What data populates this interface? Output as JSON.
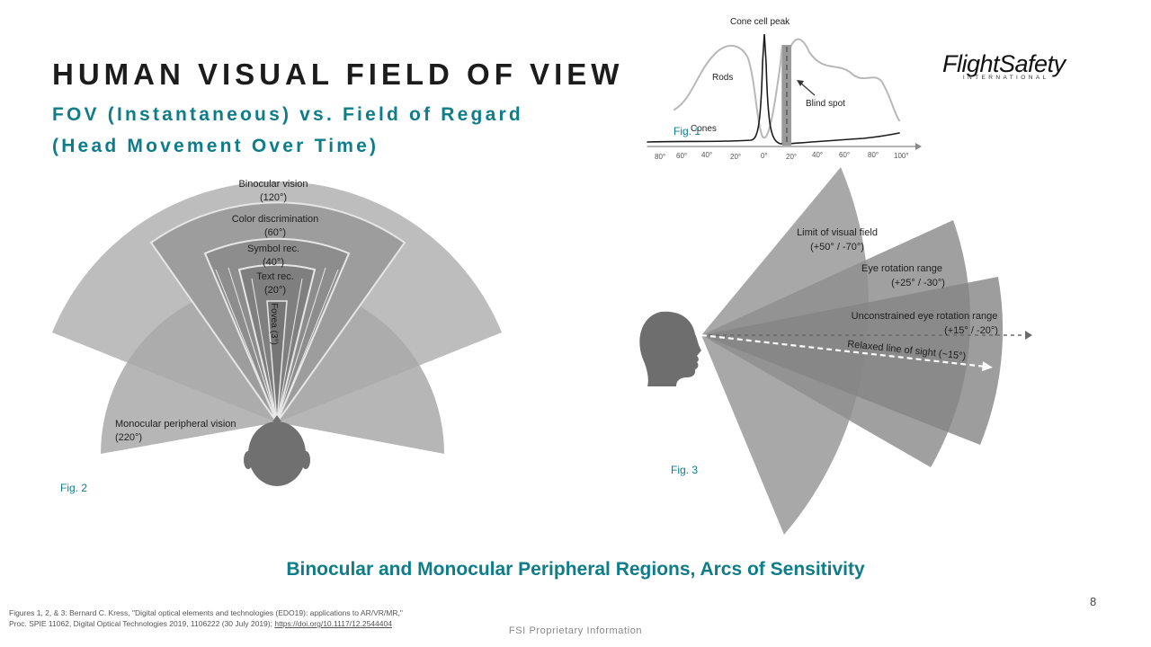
{
  "slide": {
    "title": "HUMAN VISUAL FIELD OF VIEW",
    "subtitle_line1": "FOV (Instantaneous) vs. Field of Regard",
    "subtitle_line2": "(Head Movement Over Time)",
    "logo_main": "FlightSafety",
    "logo_sub": "INTERNATIONAL",
    "caption": "Binocular and Monocular Peripheral Regions, Arcs of Sensitivity",
    "page_number": "8",
    "reference_line1": "Figures 1, 2, & 3: Bernard C. Kress, \"Digital optical elements and technologies (EDO19): applications to AR/VR/MR,\"",
    "reference_line2": "Proc. SPIE 11062, Digital Optical Technologies 2019, 1106222 (30 July 2019);",
    "reference_doi": "https://doi.org/10.1117/12.2544404",
    "footer": "FSI Proprietary Information"
  },
  "fig1": {
    "label": "Fig. 1",
    "peak_label": "Cone cell peak",
    "rods_label": "Rods",
    "cones_label": "Cones",
    "blind_spot_label": "Blind spot",
    "ticks": [
      "80°",
      "60°",
      "40°",
      "20°",
      "0°",
      "20°",
      "40°",
      "60°",
      "80°",
      "100°"
    ]
  },
  "fig2": {
    "label": "Fig. 2",
    "binocular_name": "Binocular vision",
    "binocular_value": "(120°)",
    "color_name": "Color discrimination",
    "color_value": "(60°)",
    "symbol_name": "Symbol rec.",
    "symbol_value": "(40°)",
    "text_name": "Text rec.",
    "text_value": "(20°)",
    "fovea_label": "Fovea (3°)",
    "monocular_name": "Monocular peripheral vision",
    "monocular_value": "(220°)"
  },
  "fig3": {
    "label": "Fig. 3",
    "limit_name": "Limit of visual field",
    "limit_value": "(+50° / -70°)",
    "eye_rot_name": "Eye rotation range",
    "eye_rot_value": "(+25° / -30°)",
    "unconstrained_name": "Unconstrained eye rotation range",
    "unconstrained_value": "(+15° / -20°)",
    "relaxed_label": "Relaxed line of sight (~15°)"
  }
}
